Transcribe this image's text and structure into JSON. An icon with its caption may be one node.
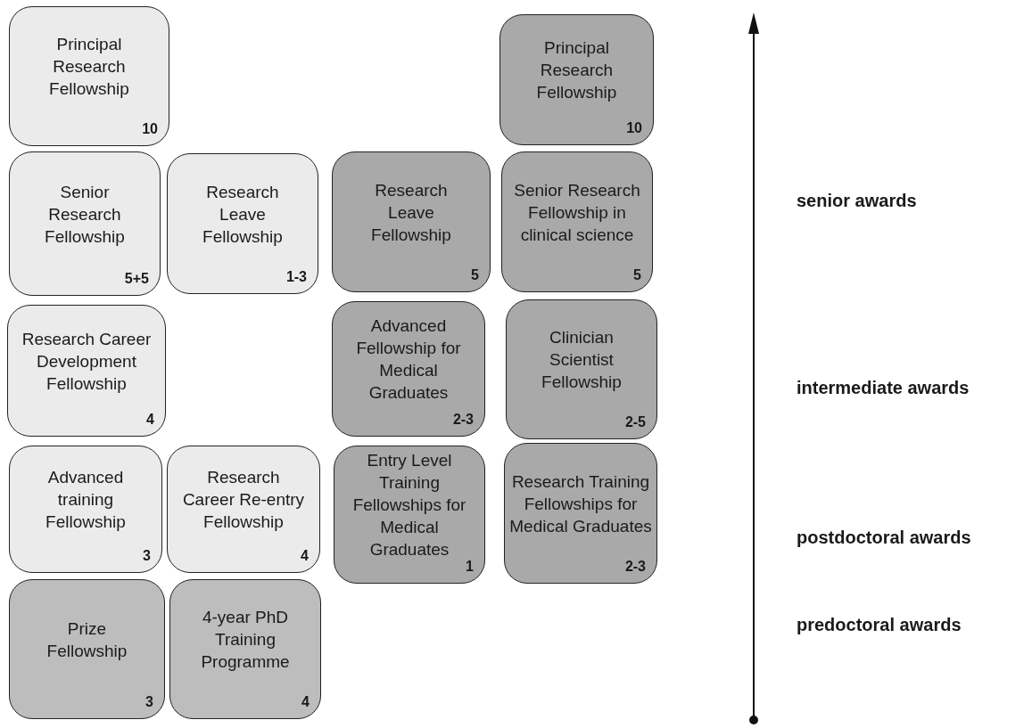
{
  "diagram": {
    "nodes": [
      {
        "text": [
          "Principal Research Fellowship",
          "10"
        ]
      },
      {
        "text": [
          "Principal Research Fellowship",
          "10"
        ]
      },
      {
        "text": [
          "Senior Research Fellowship",
          "5+5"
        ]
      },
      {
        "text": [
          "Research Leave Fellowship",
          "1-3"
        ]
      },
      {
        "text": [
          "Research Leave Fellowship",
          "5"
        ]
      },
      {
        "text": [
          "Senior Research Fellowship in clinical science",
          "5"
        ]
      },
      {
        "text": [
          "Research Career Development Fellowship",
          "4"
        ]
      },
      {
        "text": [
          "Advanced Fellowship for Medical Graduates",
          "2-3"
        ]
      },
      {
        "text": [
          "Clinician Scientist Fellowship",
          "2-5"
        ]
      },
      {
        "text": [
          "Advanced training Fellowship",
          "3"
        ]
      },
      {
        "text": [
          "Research Career Re-entry Fellowship",
          "4"
        ]
      },
      {
        "text": [
          "Entry Level Training Fellowships for Medical Graduates",
          "1"
        ]
      },
      {
        "text": [
          "Research Training Fellowships for Medical Graduates",
          "2-3"
        ]
      },
      {
        "text": [
          "Prize Fellowship",
          "3"
        ]
      },
      {
        "text": [
          "4-year PhD Training Programme",
          "4"
        ]
      }
    ],
    "edges": [],
    "labels": [
      "senior awards",
      "intermediate awards",
      "postdoctoral awards",
      "predoctoral awards"
    ]
  }
}
